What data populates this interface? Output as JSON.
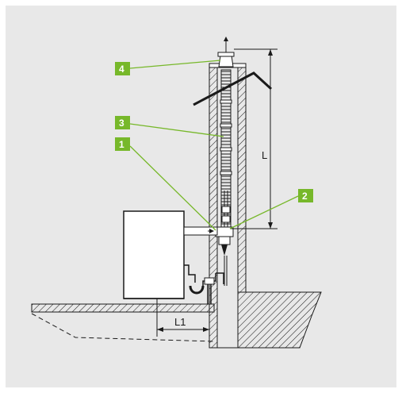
{
  "callouts": {
    "c1": "1",
    "c2": "2",
    "c3": "3",
    "c4": "4"
  },
  "dimensions": {
    "vertical": "L",
    "horizontal": "L1"
  },
  "colors": {
    "callout_fill": "#77b82a",
    "leader_line": "#77b82a",
    "panel_background": "#e8e8e8",
    "line": "#1a1a1a"
  }
}
